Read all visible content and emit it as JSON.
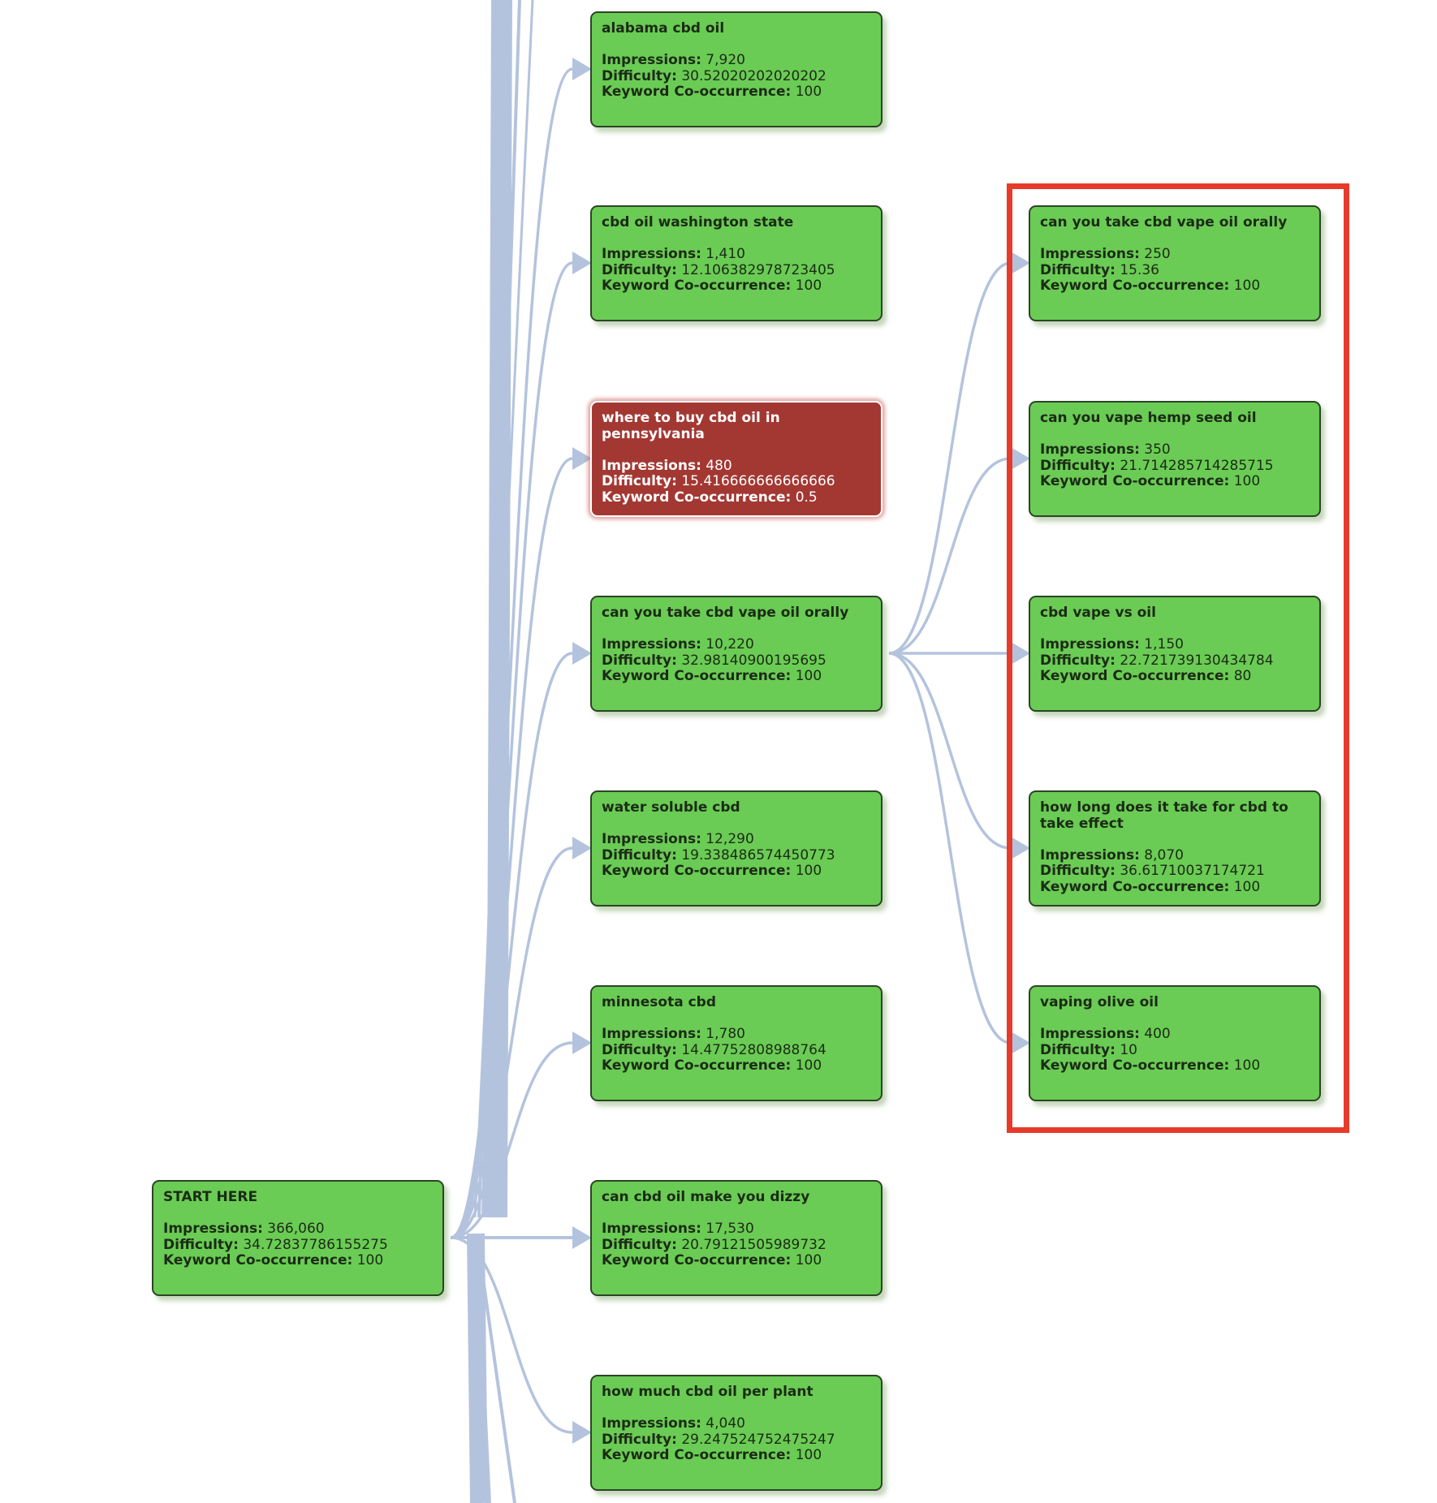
{
  "colors": {
    "node_fill": "#6acc54",
    "node_border": "#2c4426",
    "flagged_fill": "#a33833",
    "link": "#b4c3dd",
    "highlight": "#e63b2b"
  },
  "labels": {
    "impressions": "Impressions:",
    "difficulty": "Difficulty:",
    "cooccurrence": "Keyword Co-occurrence:"
  },
  "root": {
    "title": "START HERE",
    "impressions": "366,060",
    "difficulty": "34.72837786155275",
    "cooccurrence": "100"
  },
  "level1": [
    {
      "title": "alabama cbd oil",
      "impressions": "7,920",
      "difficulty": "30.52020202020202",
      "cooccurrence": "100"
    },
    {
      "title": "cbd oil washington state",
      "impressions": "1,410",
      "difficulty": "12.106382978723405",
      "cooccurrence": "100"
    },
    {
      "title": "where to buy cbd oil in pennsylvania",
      "impressions": "480",
      "difficulty": "15.416666666666666",
      "cooccurrence": "0.5"
    },
    {
      "title": "can you take cbd vape oil orally",
      "impressions": "10,220",
      "difficulty": "32.98140900195695",
      "cooccurrence": "100"
    },
    {
      "title": "water soluble cbd",
      "impressions": "12,290",
      "difficulty": "19.338486574450773",
      "cooccurrence": "100"
    },
    {
      "title": "minnesota cbd",
      "impressions": "1,780",
      "difficulty": "14.47752808988764",
      "cooccurrence": "100"
    },
    {
      "title": "can cbd oil make you dizzy",
      "impressions": "17,530",
      "difficulty": "20.79121505989732",
      "cooccurrence": "100"
    },
    {
      "title": "how much cbd oil per plant",
      "impressions": "4,040",
      "difficulty": "29.247524752475247",
      "cooccurrence": "100"
    }
  ],
  "level2": [
    {
      "title": "can you take cbd vape oil orally",
      "impressions": "250",
      "difficulty": "15.36",
      "cooccurrence": "100"
    },
    {
      "title": "can you vape hemp seed oil",
      "impressions": "350",
      "difficulty": "21.714285714285715",
      "cooccurrence": "100"
    },
    {
      "title": "cbd vape vs oil",
      "impressions": "1,150",
      "difficulty": "22.721739130434784",
      "cooccurrence": "80"
    },
    {
      "title": "how long does it take for cbd to take effect",
      "impressions": "8,070",
      "difficulty": "36.61710037174721",
      "cooccurrence": "100"
    },
    {
      "title": "vaping olive oil",
      "impressions": "400",
      "difficulty": "10",
      "cooccurrence": "100"
    }
  ]
}
